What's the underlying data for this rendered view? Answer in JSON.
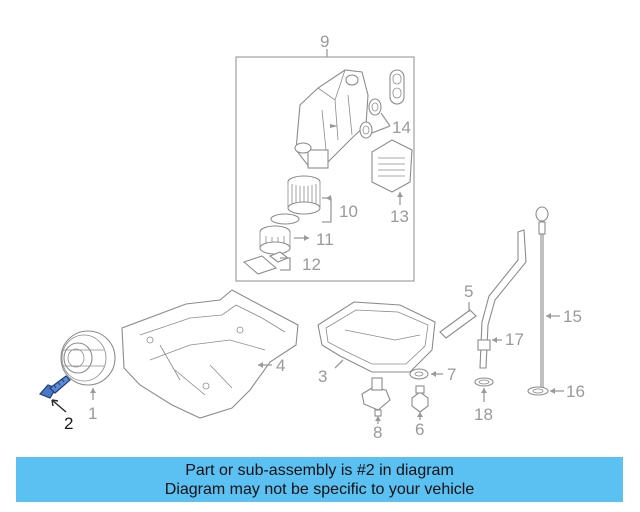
{
  "diagram": {
    "highlighted_part": "2",
    "part_labels": {
      "p1": "1",
      "p2": "2",
      "p3": "3",
      "p4": "4",
      "p5": "5",
      "p6": "6",
      "p7": "7",
      "p8": "8",
      "p9": "9",
      "p10": "10",
      "p11": "11",
      "p12": "12",
      "p13": "13",
      "p14": "14",
      "p15": "15",
      "p16": "16",
      "p17": "17",
      "p18": "18"
    },
    "colors": {
      "line_art": "#8c8c8c",
      "highlight_part": "#4a78c8",
      "banner_bg": "#5bc0f2"
    }
  },
  "banner": {
    "line1": "Part or sub-assembly is #2 in diagram",
    "line2": "Diagram may not be specific to your vehicle"
  }
}
